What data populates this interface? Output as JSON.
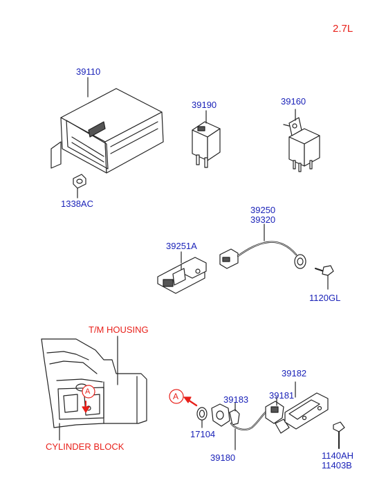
{
  "engine_label": "2.7L",
  "parts": {
    "ecu": "39110",
    "ecu_nut": "1338AC",
    "relay_small": "39190",
    "relay_large": "39160",
    "knock_sensor_a": "39250",
    "knock_sensor_b": "39320",
    "bracket": "39251A",
    "knock_bolt": "1120GL",
    "crank_sensor_asm": "39182",
    "crank_sensor": "39181",
    "sensor_part": "39183",
    "o_ring": "17104",
    "crank_harness": "39180",
    "bolt_a": "1140AH",
    "bolt_b": "11403B"
  },
  "callouts": {
    "tm_housing": "T/M HOUSING",
    "cylinder_block": "CYLINDER BLOCK",
    "ref_letter": "A",
    "ref_letter_detail": "A"
  },
  "colors": {
    "part_number": "#1a22b8",
    "callout": "#e8201a",
    "line": "#222222"
  }
}
